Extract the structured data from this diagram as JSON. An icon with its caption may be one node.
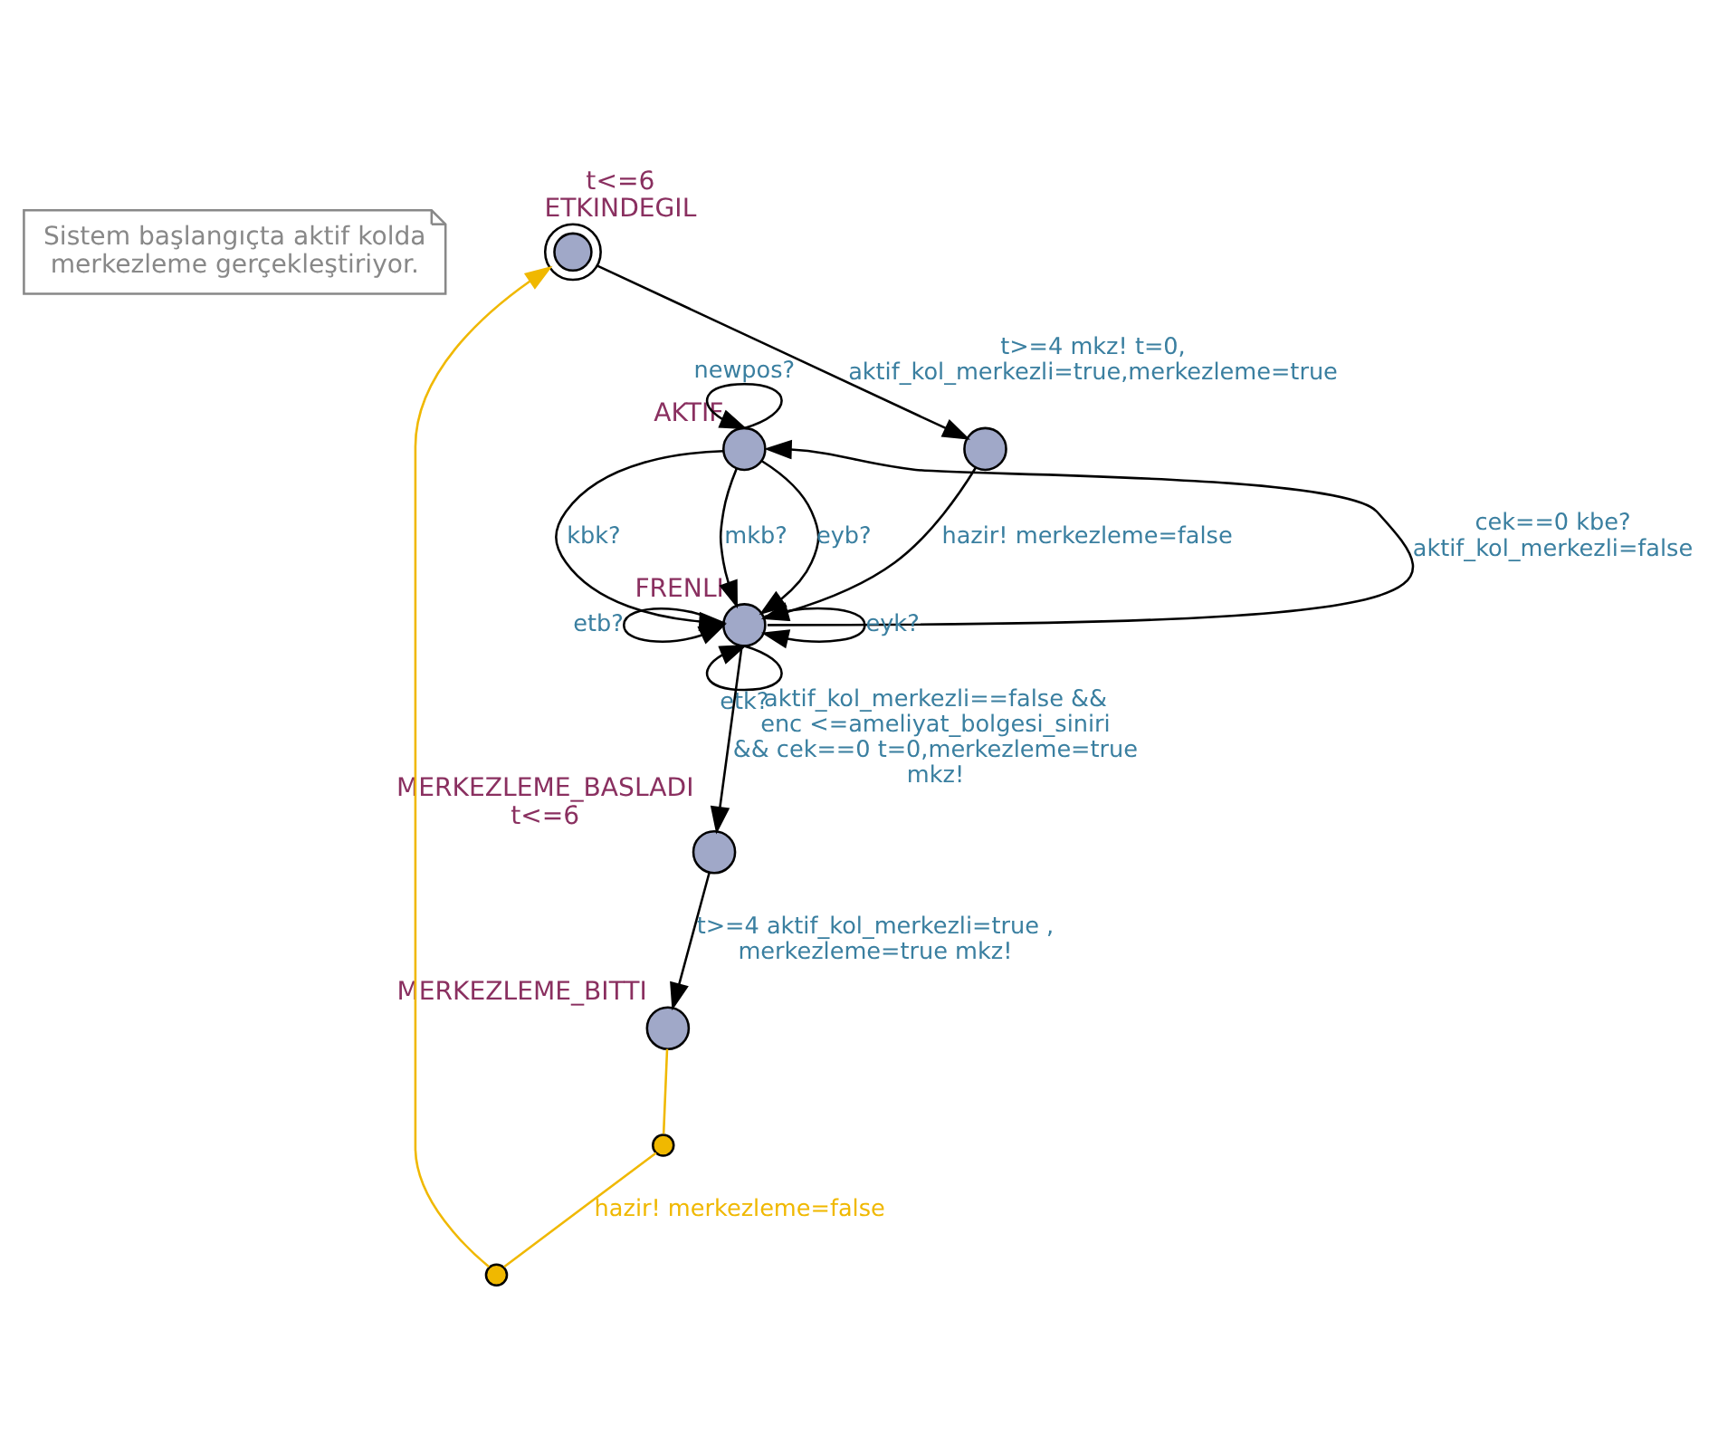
{
  "diagram": {
    "nodes": [
      {
        "text": [
          "Sistem başlangıçta aktif kolda merkezleme gerçekleştiriyor."
        ]
      },
      {
        "text": [],
        "shape": "circle",
        "beside": [
          "t<=6",
          "ETKINDEGIL"
        ]
      },
      {
        "text": [],
        "shape": "circle"
      },
      {
        "text": [],
        "shape": "circle",
        "beside": [
          "AKTIF"
        ]
      },
      {
        "text": [],
        "shape": "circle",
        "beside": [
          "FRENLI"
        ]
      },
      {
        "text": [],
        "shape": "circle",
        "beside": [
          "MERKEZLEME_BASLADI",
          "t<=6"
        ]
      },
      {
        "text": [],
        "shape": "circle",
        "beside": [
          "MERKEZLEME_BITTI"
        ]
      },
      {
        "text": [],
        "shape": "circle"
      },
      {
        "text": [],
        "shape": "circle"
      }
    ],
    "edges": [
      {
        "from": 1,
        "to": 2,
        "arrow": "to",
        "label": "t>=4 mkz! t=0, aktif_kol_merkezli=true,merkezleme=true"
      },
      {
        "from": 2,
        "to": 4,
        "arrow": "to",
        "label": "hazir! merkezleme=false"
      },
      {
        "from": 3,
        "to": 3,
        "arrow": "to",
        "label": "newpos?"
      },
      {
        "from": 3,
        "to": 4,
        "arrow": "to",
        "label": "eyb?"
      },
      {
        "from": 3,
        "to": 4,
        "arrow": "to",
        "label": "kbk?"
      },
      {
        "from": 3,
        "to": 4,
        "arrow": "to",
        "label": "mkb?"
      },
      {
        "from": 4,
        "to": 3,
        "arrow": "to",
        "label": "cek==0 kbe? aktif_kol_merkezli=false"
      },
      {
        "from": 4,
        "to": 4,
        "arrow": "to",
        "label": "etb?"
      },
      {
        "from": 4,
        "to": 4,
        "arrow": "to",
        "label": "etk?"
      },
      {
        "from": 4,
        "to": 4,
        "arrow": "to",
        "label": "eyk?"
      },
      {
        "from": 4,
        "to": 5,
        "arrow": "to",
        "label": "aktif_kol_merkezli==false && enc <=ameliyat_bolgesi_siniri && cek==0 t=0,merkezleme=true mkz!"
      },
      {
        "from": 5,
        "to": 6,
        "arrow": "to",
        "label": "t>=4 aktif_kol_merkezli=true , merkezleme=true mkz!"
      },
      {
        "from": 6,
        "to": 8,
        "arrow": "none",
        "color": "#f0b800"
      },
      {
        "from": 8,
        "to": 7,
        "arrow": "none",
        "color": "#f0b800",
        "label": "hazir! merkezleme=false"
      },
      {
        "from": 7,
        "to": 1,
        "arrow": "to",
        "color": "#f0b800"
      }
    ]
  }
}
